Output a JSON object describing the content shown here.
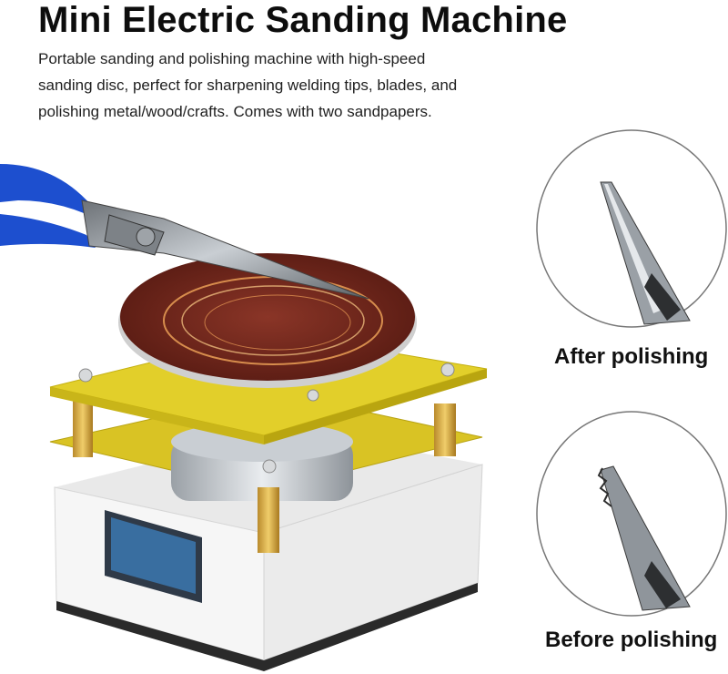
{
  "header": {
    "title": "Mini Electric Sanding Machine",
    "description_lines": [
      "Portable sanding and polishing machine with high-speed",
      "sanding disc, perfect for sharpening welding tips, blades, and",
      "polishing metal/wood/crafts. Comes with two sandpapers."
    ]
  },
  "insets": {
    "after_label": "After polishing",
    "before_label": "Before polishing"
  },
  "colors": {
    "plate_yellow": "#e2cf2a",
    "disc_red": "#7a2a1e",
    "plier_handle_blue": "#1d4fcf",
    "base_white": "#f1f1f1",
    "display_blue": "#3b78b0"
  },
  "icons": [
    "sanding-machine-illustration",
    "pliers-illustration",
    "plier-tip-after-illustration",
    "plier-tip-before-illustration"
  ]
}
